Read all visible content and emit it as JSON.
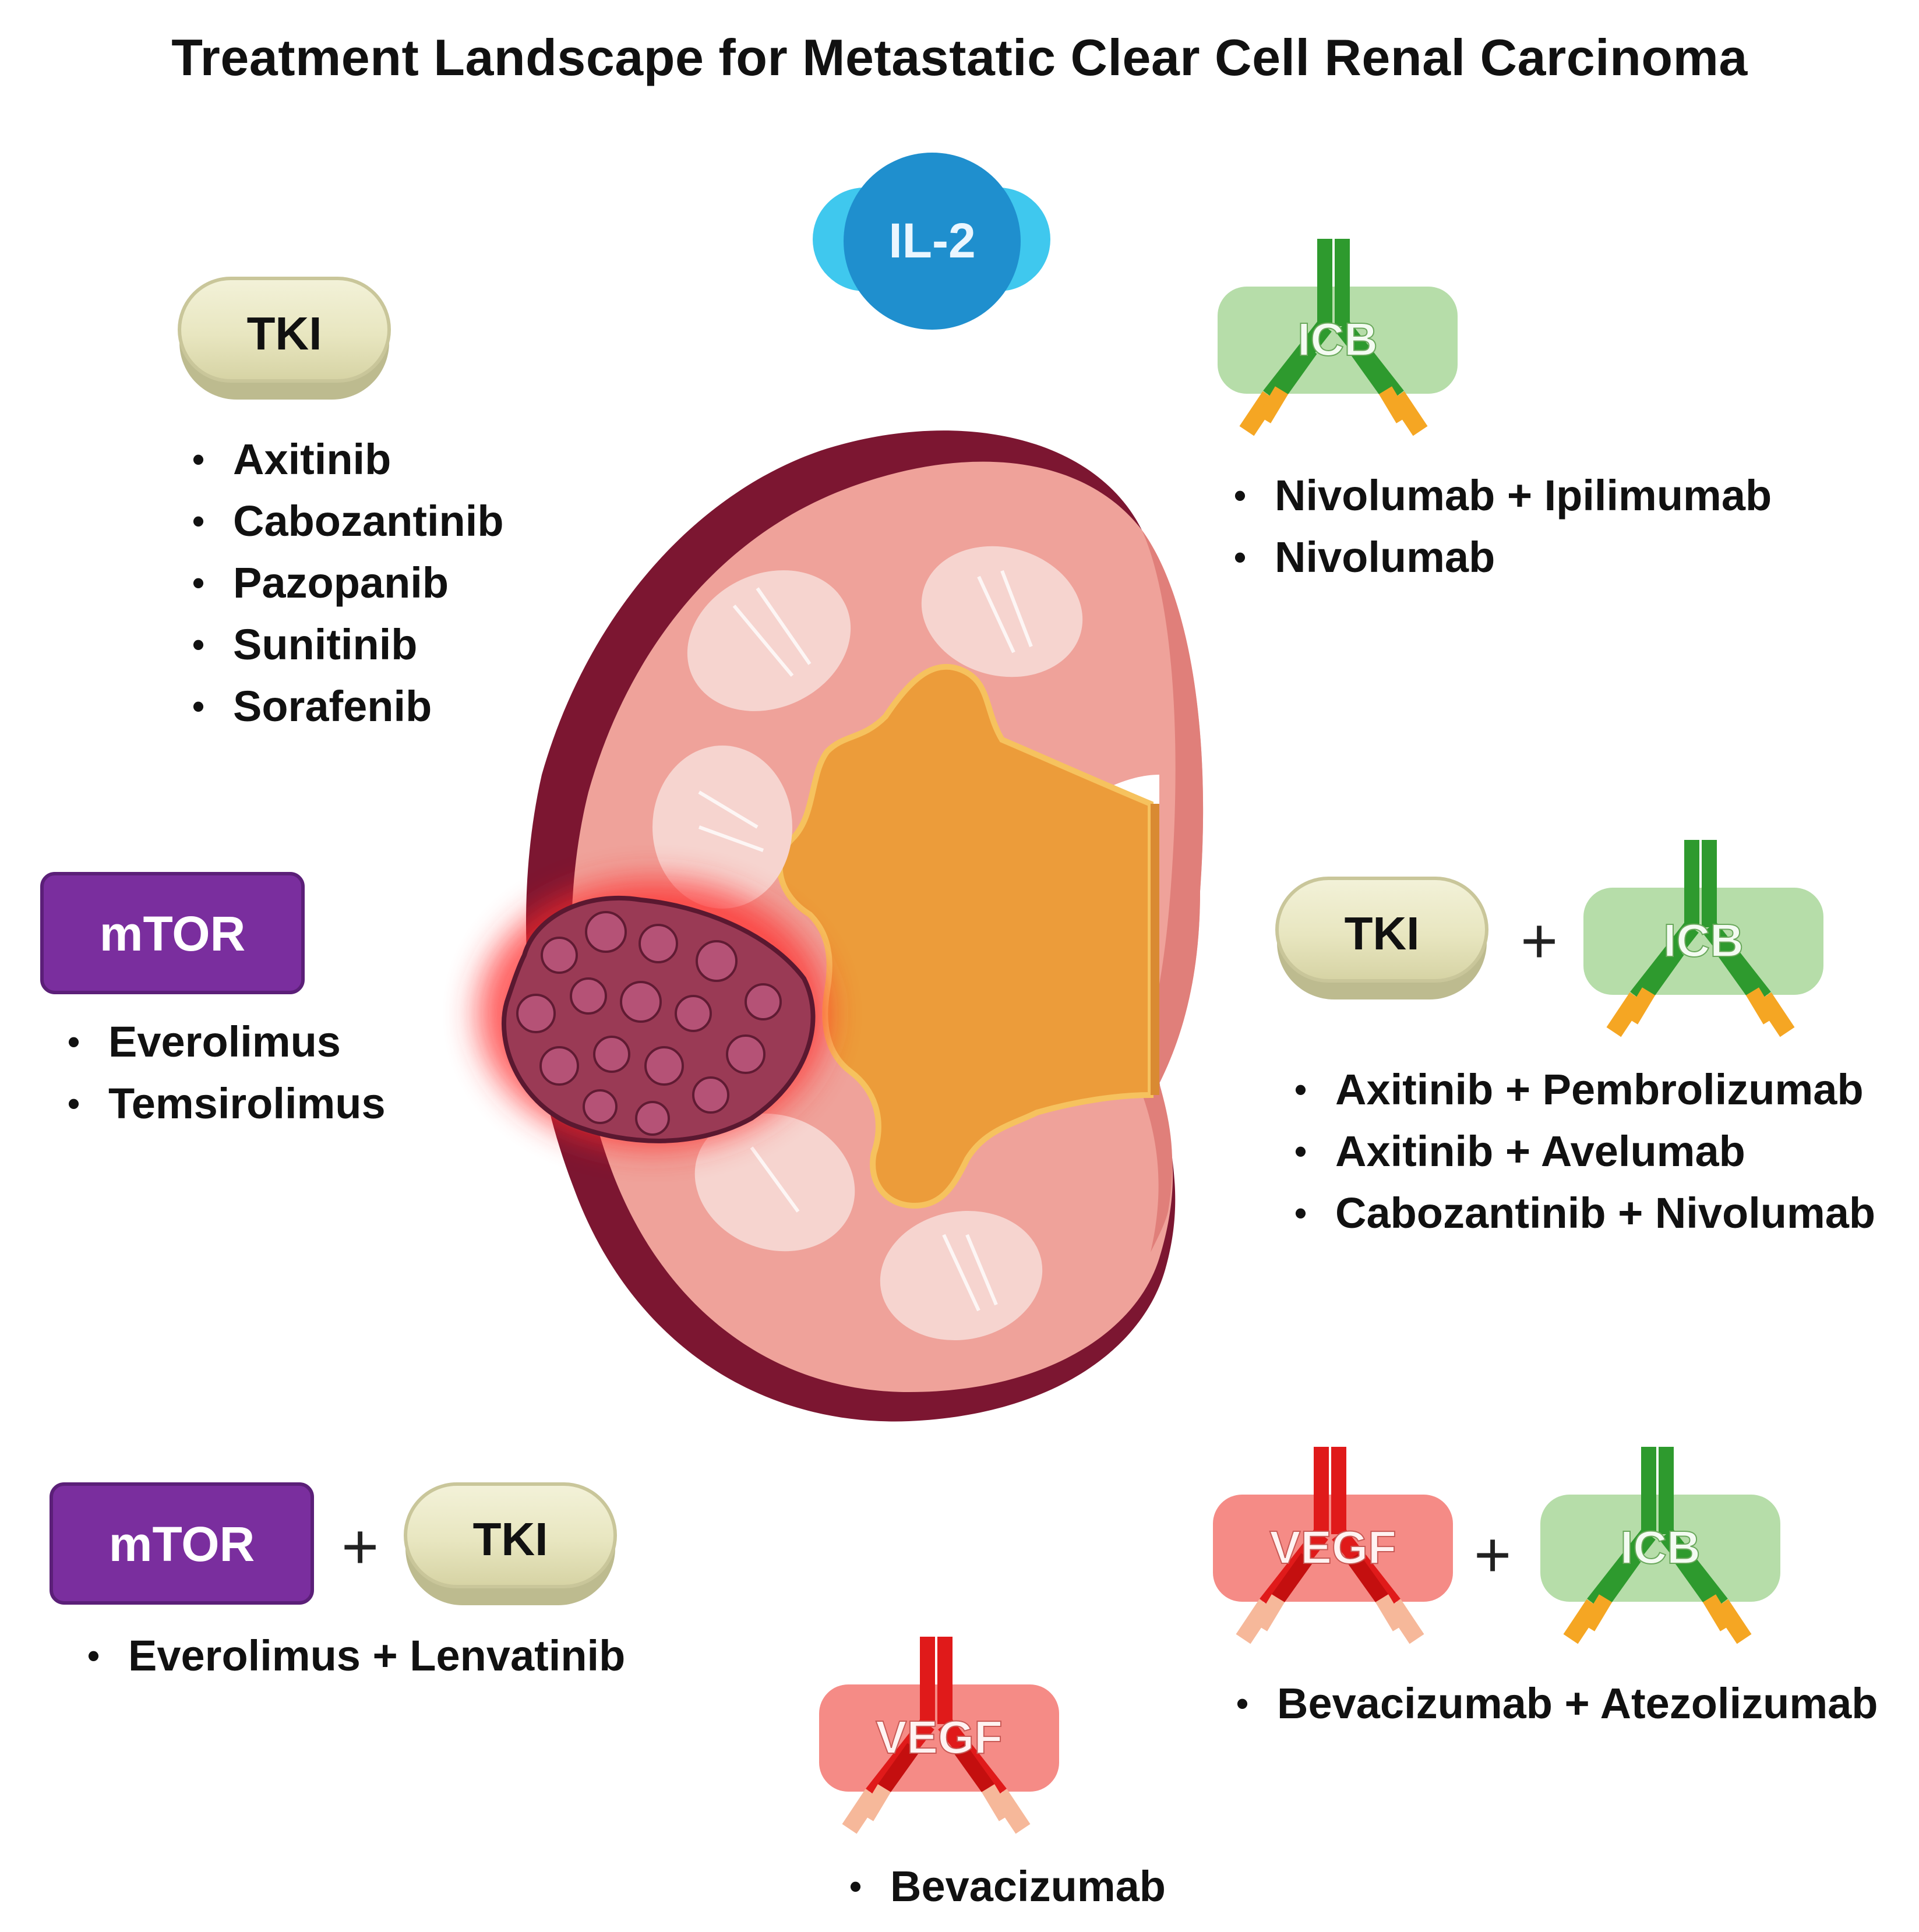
{
  "title": "Treatment Landscape for Metastatic Clear Cell Renal Carcinoma",
  "labels": {
    "tki": "TKI",
    "icb": "ICB",
    "mtor": "mTOR",
    "vegf": "VEGF",
    "il2": "IL-2",
    "plus": "+"
  },
  "colors": {
    "pill_fill": "#ecebc8",
    "pill_edge": "#bdbb8f",
    "mtor": "#7a2e9e",
    "icb_box": "#b6dda9",
    "icb_antibody": "#2e9a2e",
    "icb_tips": "#f5a623",
    "vegf_box": "#f58b86",
    "vegf_antibody": "#e01a1a",
    "vegf_tips": "#f6b89a",
    "il2": "#2a9fd8",
    "kidney_capsule": "#7c1631",
    "kidney_cortex": "#efa29a",
    "kidney_pelvis": "#ec9c3a",
    "tumor": "#9a3a55",
    "tumor_glow": "#ff2a2a"
  },
  "icons": {
    "tki": "tablet-pill-icon",
    "mtor": "rounded-box-icon",
    "icb": "antibody-icon",
    "vegf": "antibody-icon",
    "il2": "cytokine-icon",
    "kidney": "kidney-cross-section-icon",
    "tumor": "tumor-icon"
  },
  "groups": {
    "tki": {
      "items": [
        "Axitinib",
        "Cabozantinib",
        "Pazopanib",
        "Sunitinib",
        "Sorafenib"
      ]
    },
    "icb": {
      "items": [
        "Nivolumab + Ipilimumab",
        "Nivolumab"
      ]
    },
    "mtor": {
      "items": [
        "Everolimus",
        "Temsirolimus"
      ]
    },
    "tki_icb": {
      "items": [
        "Axitinib + Pembrolizumab",
        "Axitinib + Avelumab",
        "Cabozantinib + Nivolumab"
      ]
    },
    "mtor_tki": {
      "items": [
        "Everolimus + Lenvatinib"
      ]
    },
    "vegf_icb": {
      "items": [
        "Bevacizumab + Atezolizumab"
      ]
    },
    "vegf": {
      "items": [
        "Bevacizumab"
      ]
    }
  }
}
